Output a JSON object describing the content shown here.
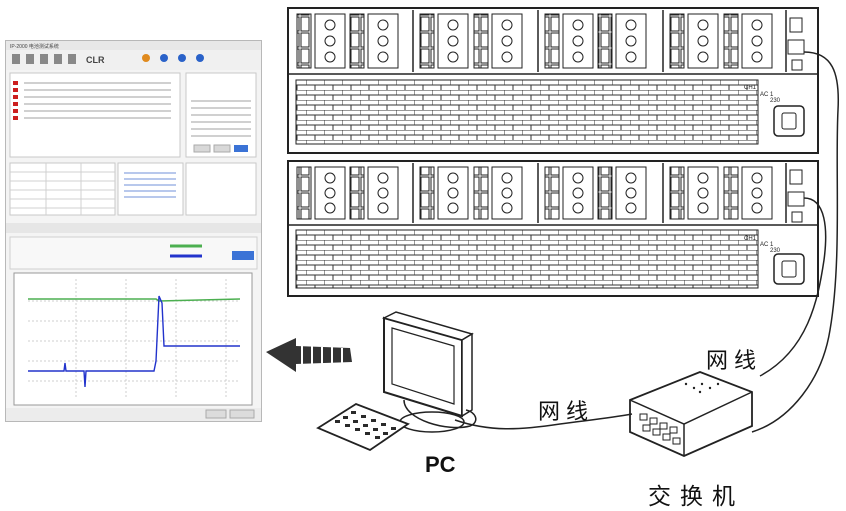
{
  "labels": {
    "pc": "PC",
    "cable_left": "网线",
    "cable_right": "网线",
    "switch": "交换机"
  },
  "unit_markings": {
    "top": {
      "ch": "CH1",
      "ac": "AC 1",
      "v": "230"
    },
    "bottom": {
      "ch": "CH1",
      "ac": "AC 1",
      "v": "230"
    }
  },
  "software": {
    "title": "IP-2000 电池测试系统",
    "toolbar_brand": "CLR"
  },
  "colors": {
    "curve_green": "#4caf50",
    "curve_blue": "#2233cc",
    "arrow": "#333333",
    "line_art": "#222222"
  }
}
